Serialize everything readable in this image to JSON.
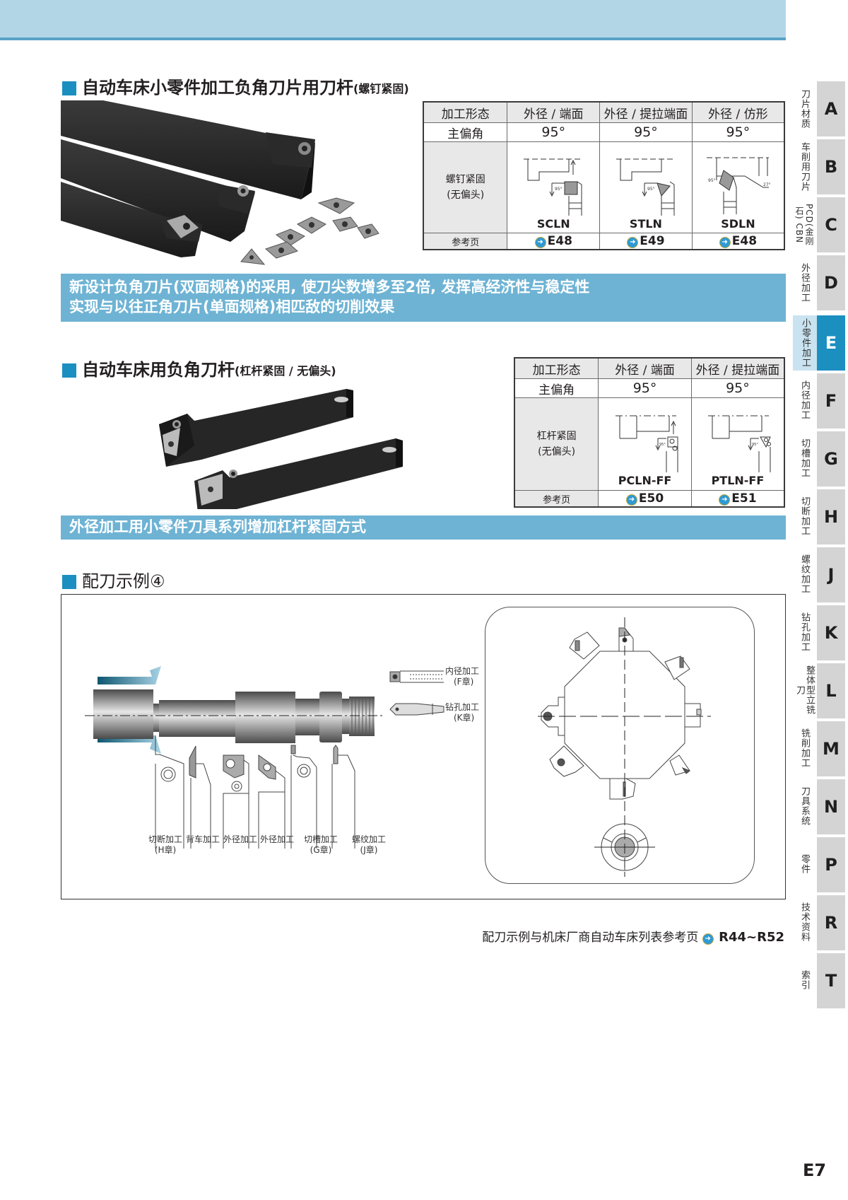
{
  "section1": {
    "title": "自动车床小零件加工负角刀片用刀杆",
    "subtitle": "(螺钉紧固)",
    "table": {
      "header_label": "加工形态",
      "angle_label": "主偏角",
      "clamp_label_1": "螺钉紧固",
      "clamp_label_2": "(无偏头)",
      "ref_label": "参考页",
      "columns": [
        {
          "form": "外径 / 端面",
          "angle": "95°",
          "model": "SCLN",
          "ref": "E48"
        },
        {
          "form": "外径 / 提拉端面",
          "angle": "95°",
          "model": "STLN",
          "ref": "E49"
        },
        {
          "form": "外径 / 仿形",
          "angle": "95°",
          "model": "SDLN",
          "ref": "E48"
        }
      ]
    },
    "banner_line1": "新设计负角刀片(双面规格)的采用, 使刀尖数增多至2倍, 发挥高经济性与稳定性",
    "banner_line2": "实现与以往正角刀片(单面规格)相匹敌的切削效果"
  },
  "section2": {
    "title": "自动车床用负角刀杆",
    "subtitle": "(杠杆紧固 / 无偏头)",
    "table": {
      "header_label": "加工形态",
      "angle_label": "主偏角",
      "clamp_label_1": "杠杆紧固",
      "clamp_label_2": "(无偏头)",
      "ref_label": "参考页",
      "columns": [
        {
          "form": "外径 / 端面",
          "angle": "95°",
          "model": "PCLN-FF",
          "ref": "E50"
        },
        {
          "form": "外径 / 提拉端面",
          "angle": "95°",
          "model": "PTLN-FF",
          "ref": "E51"
        }
      ]
    },
    "banner": "外径加工用小零件刀具系列增加杠杆紧固方式"
  },
  "section3": {
    "title": "配刀示例④",
    "captions": [
      {
        "line1": "切断加工",
        "line2": "(H章)"
      },
      {
        "line1": "背车加工",
        "line2": ""
      },
      {
        "line1": "外径加工",
        "line2": ""
      },
      {
        "line1": "外径加工",
        "line2": ""
      },
      {
        "line1": "切槽加工",
        "line2": "(G章)"
      },
      {
        "line1": "螺纹加工",
        "line2": "(J章)"
      }
    ],
    "side_captions": [
      {
        "line1": "内径加工",
        "line2": "(F章)"
      },
      {
        "line1": "钻孔加工",
        "line2": "(K章)"
      }
    ],
    "footnote_text": "配刀示例与机床厂商自动车床列表参考页",
    "footnote_ref": "R44~R52"
  },
  "sidebar": {
    "tabs": [
      {
        "letter": "A",
        "label": "刀片材质"
      },
      {
        "letter": "B",
        "label": "车削用刀片"
      },
      {
        "letter": "C",
        "label": "PCD(金刚石) CBN"
      },
      {
        "letter": "D",
        "label": "外径加工"
      },
      {
        "letter": "E",
        "label": "小零件加工",
        "active": true
      },
      {
        "letter": "F",
        "label": "内径加工"
      },
      {
        "letter": "G",
        "label": "切槽加工"
      },
      {
        "letter": "H",
        "label": "切断加工"
      },
      {
        "letter": "J",
        "label": "螺纹加工"
      },
      {
        "letter": "K",
        "label": "钻孔加工"
      },
      {
        "letter": "L",
        "label": "整体型立铣刀"
      },
      {
        "letter": "M",
        "label": "铣削加工"
      },
      {
        "letter": "N",
        "label": "刀具系统"
      },
      {
        "letter": "P",
        "label": "零件"
      },
      {
        "letter": "R",
        "label": "技术资料"
      },
      {
        "letter": "T",
        "label": "索引"
      }
    ]
  },
  "page_number": "E7",
  "colors": {
    "accent": "#1b8fc0",
    "banner": "#6eb3d4",
    "top_bar": "#b3d6e7",
    "tab_gray": "#d4d4d4"
  }
}
